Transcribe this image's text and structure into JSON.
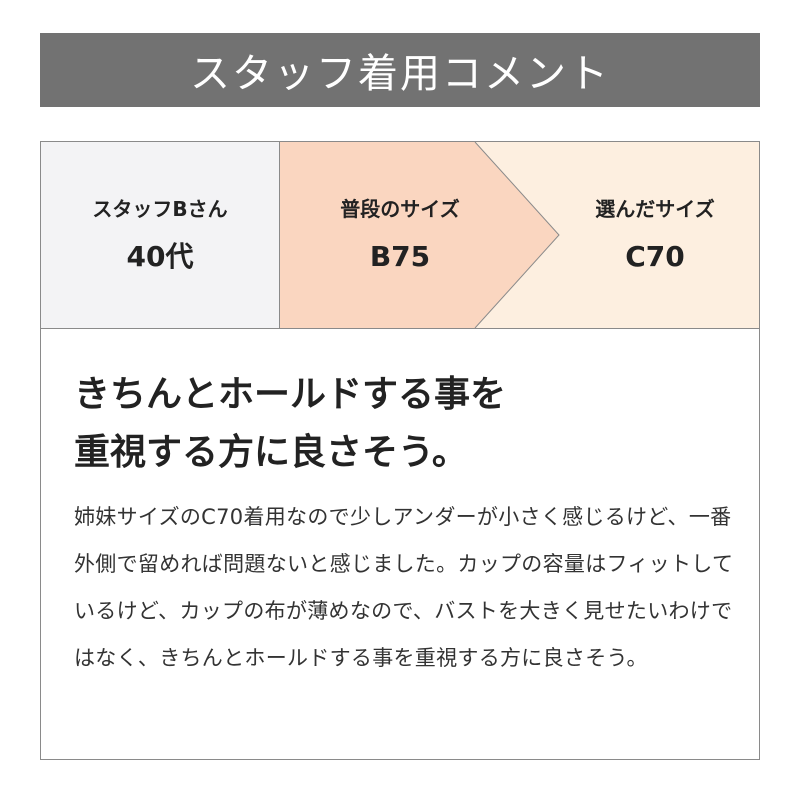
{
  "header": {
    "title": "スタッフ着用コメント"
  },
  "sizes": {
    "staff": {
      "label": "スタッフBさん",
      "value": "40代"
    },
    "usual": {
      "label": "普段のサイズ",
      "value": "B75"
    },
    "chosen": {
      "label": "選んだサイズ",
      "value": "C70"
    }
  },
  "comment": {
    "headline_line1": "きちんとホールドする事を",
    "headline_line2": "重視する方に良さそう。",
    "body": "姉妹サイズのC70着用なので少しアンダーが小さく感じるけど、一番外側で留めれば問題ないと感じました。カップの容量はフィットしているけど、カップの布が薄めなので、バストを大きく見せたいわけではなく、きちんとホールドする事を重視する方に良さそう。"
  },
  "colors": {
    "header_bg": "#727272",
    "staff_bg": "#f3f3f5",
    "usual_bg": "#fad6c0",
    "chosen_bg": "#fdefe0",
    "border": "#8a8a8a"
  }
}
